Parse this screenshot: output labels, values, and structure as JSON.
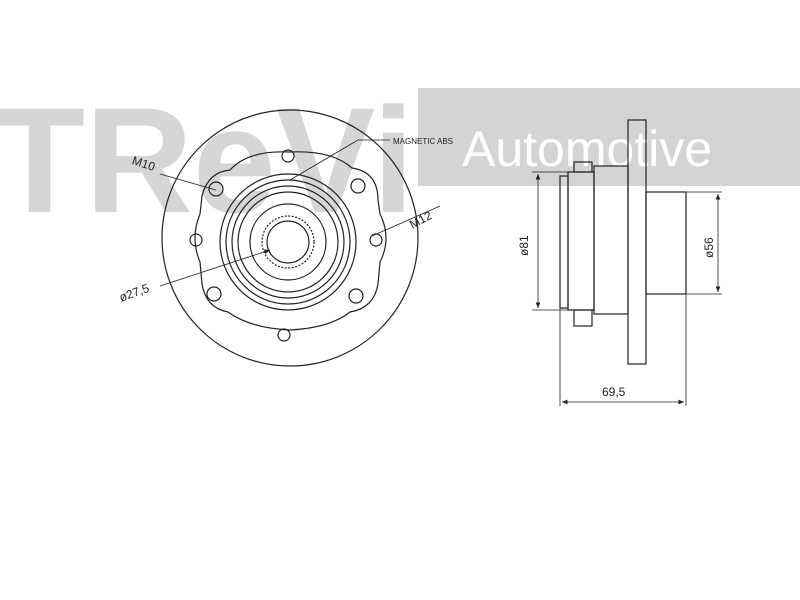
{
  "watermark": {
    "brand": "TReVi",
    "tagline": "Automotive",
    "band_color": "#d4d4d4",
    "brand_color": "#cfcfcf",
    "tagline_color": "#ffffff"
  },
  "front_view": {
    "label_thread_left": "M10",
    "label_sensor": "MAGNETIC ABS",
    "label_thread_right": "M12",
    "label_bore": "ø27,5"
  },
  "side_view": {
    "label_flange_dia": "ø81",
    "label_pilot_dia": "ø56",
    "label_length": "69,5"
  },
  "line_color": "#222222"
}
